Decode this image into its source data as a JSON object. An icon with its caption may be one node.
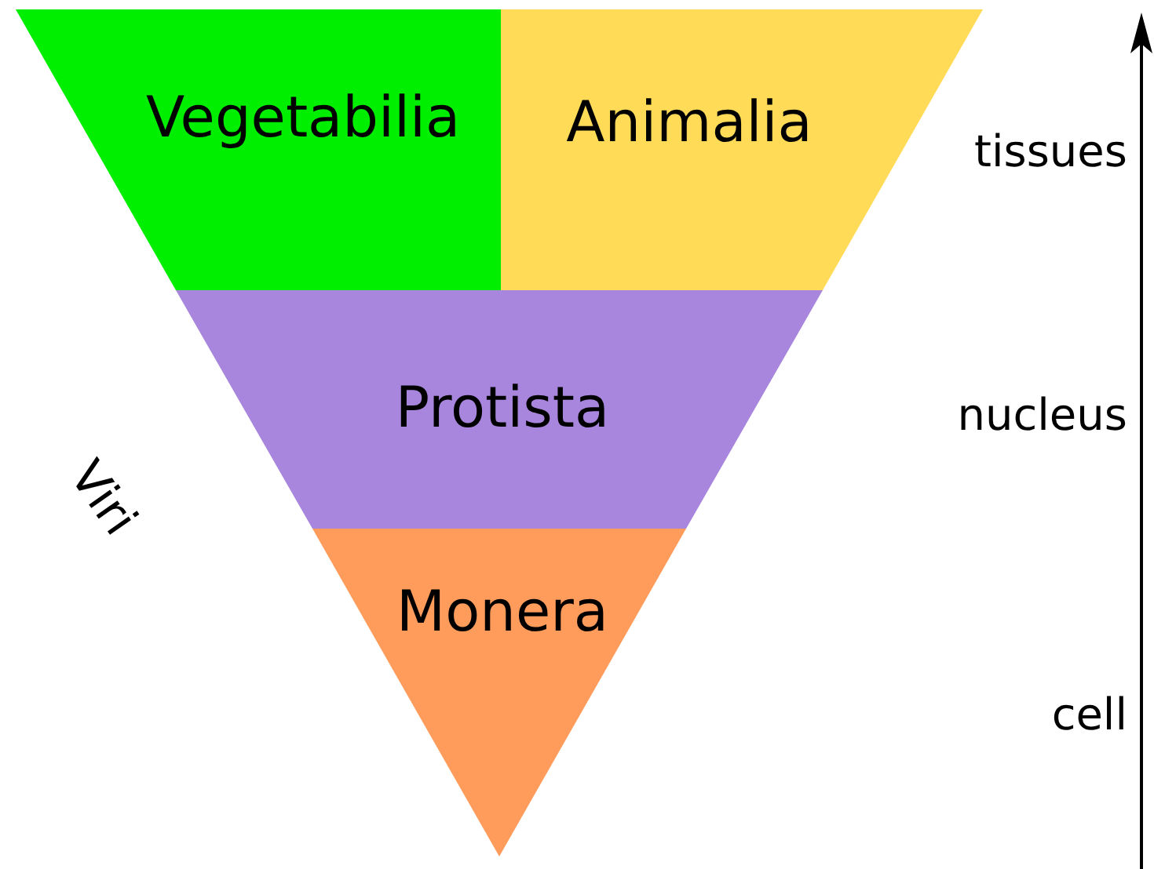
{
  "diagram": {
    "nodes": [
      {
        "text": [
          "Vegetabilia"
        ]
      },
      {
        "text": [
          "Animalia"
        ]
      },
      {
        "text": [
          "Protista"
        ]
      },
      {
        "text": [
          "Monera"
        ]
      }
    ],
    "labels": [
      "Viri",
      "tissues",
      "nucleus",
      "cell"
    ]
  }
}
